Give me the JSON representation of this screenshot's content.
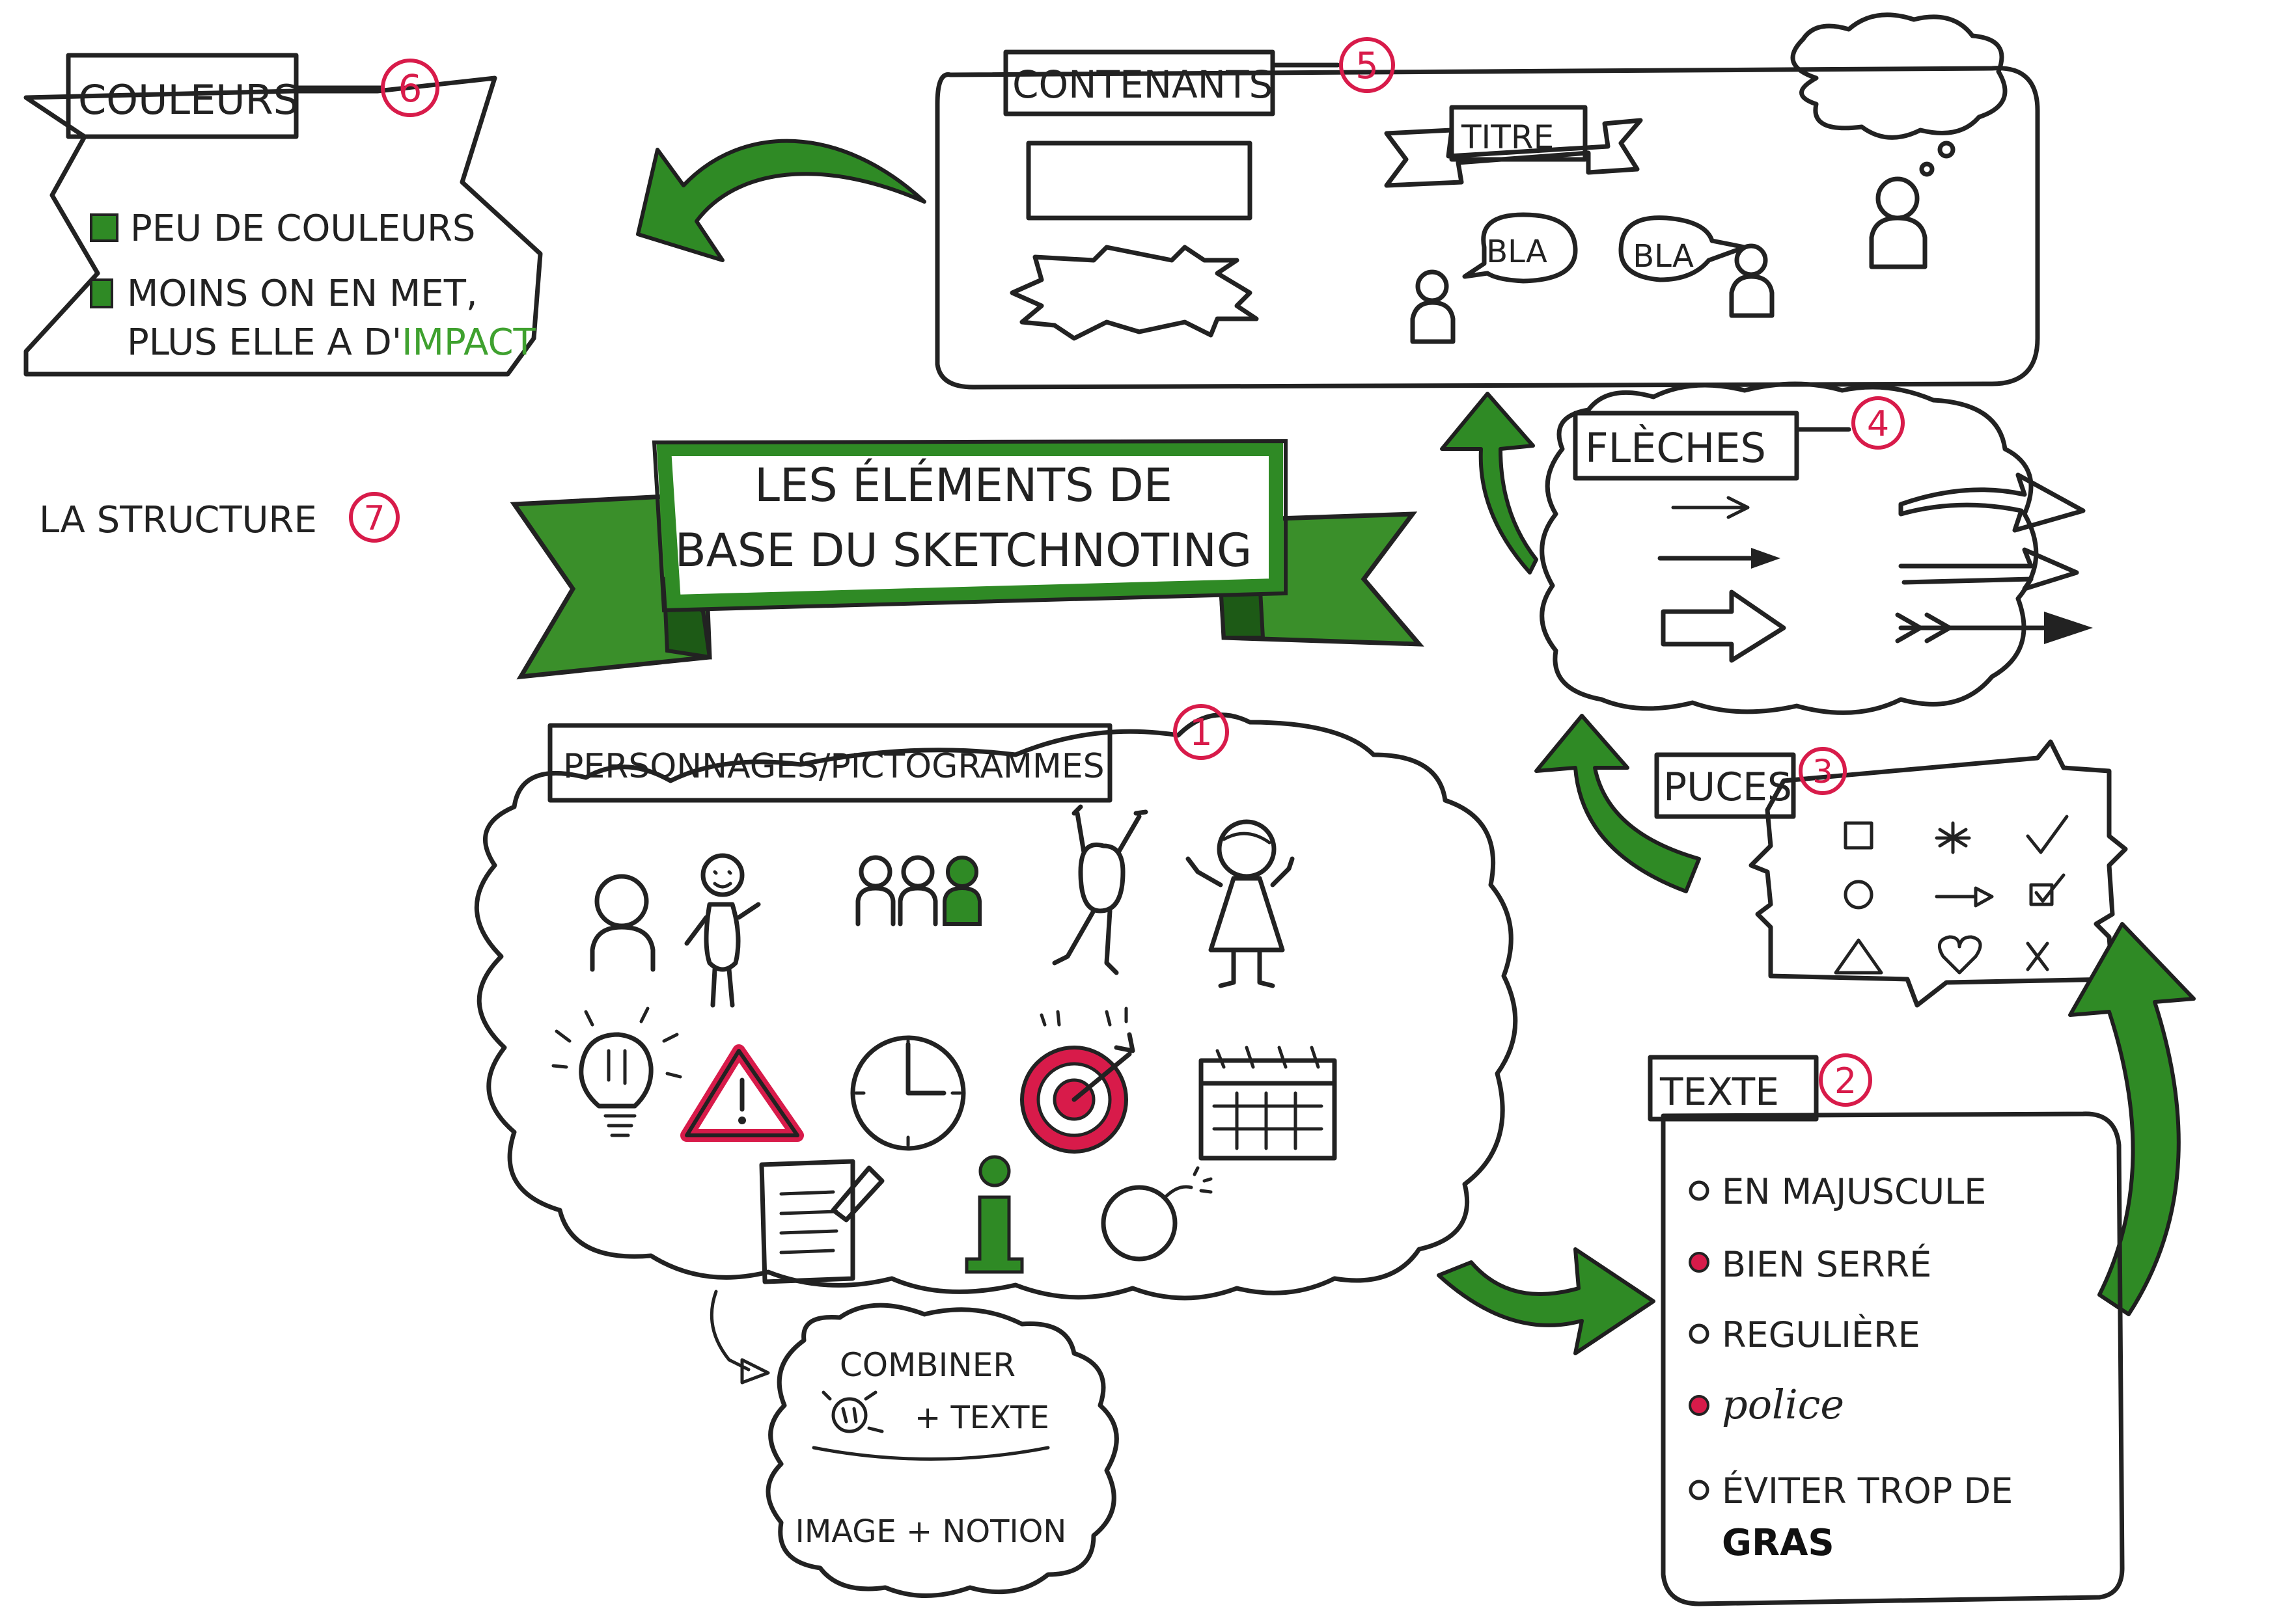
{
  "title": {
    "line1": "LES ÉLÉMENTS DE",
    "line2": "BASE DU SKETCHNOTING"
  },
  "sections": {
    "couleurs": {
      "label": "COULEURS",
      "number": "6",
      "items": [
        "PEU DE COULEURS",
        "MOINS ON EN MET,",
        "PLUS ELLE A D'"
      ],
      "highlight": "IMPACT"
    },
    "structure": {
      "label": "LA STRUCTURE",
      "number": "7"
    },
    "contenants": {
      "label": "CONTENANTS",
      "number": "5",
      "ribbon": "TITRE",
      "bubble1": "BLA",
      "bubble2": "BLA"
    },
    "fleches": {
      "label": "FLÈCHES",
      "number": "4"
    },
    "puces": {
      "label": "PUCES",
      "number": "3"
    },
    "personnages": {
      "label": "PERSONNAGES/PICTOGRAMMES",
      "number": "1"
    },
    "texte": {
      "label": "TEXTE",
      "number": "2",
      "items": [
        "EN MAJUSCULE",
        "BIEN SERRÉ",
        "REGULIÈRE",
        "police",
        "ÉVITER TROP DE"
      ],
      "bold_word": "GRAS"
    },
    "combiner": {
      "line1": "COMBINER",
      "line2": "+ TEXTE",
      "line3": "IMAGE + NOTION"
    }
  },
  "colors": {
    "green": "#2f8a25",
    "red": "#d81b4a",
    "ink": "#222222"
  }
}
